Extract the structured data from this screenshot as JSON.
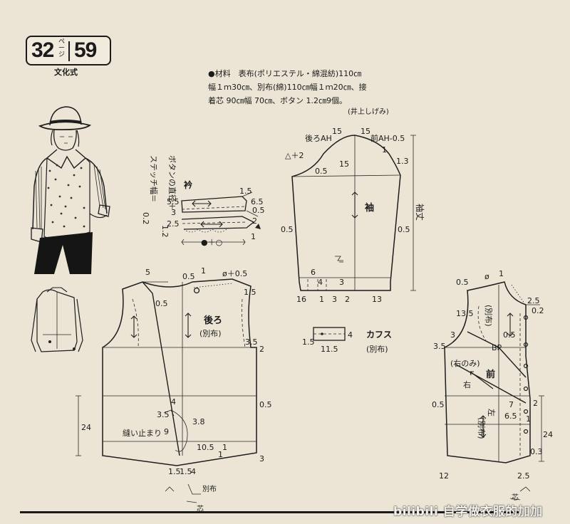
{
  "header": {
    "page_left": "32",
    "page_unit": "ページ",
    "page_right": "59",
    "style_label": "文化式"
  },
  "materials": {
    "line1": "●材料　表布(ポリエステル・綿混紡)110㎝",
    "line2": "幅１ｍ30㎝、別布(綿)110㎝幅１ｍ20㎝、接",
    "line3": "着芯 90㎝幅 70㎝、ボタン 1.2㎝9個。",
    "author": "(井上しげみ)"
  },
  "collar": {
    "title": "衿",
    "note_line1": "ボタンの直径＋",
    "note_line2": "ステッチ幅＝",
    "note_value1": "1.2",
    "note_value2": "0.2",
    "dims": [
      "1.5",
      "5.5",
      "6.5",
      "3",
      "0.5",
      "2.5",
      "2",
      "1"
    ],
    "bottom": "●＋○"
  },
  "sleeve": {
    "back_ah": "後ろAH",
    "front_ah": "前AH-0.5",
    "name": "袖",
    "length_label": "袖丈",
    "dims": [
      "15",
      "15",
      "△＋2",
      "1",
      "0.5",
      "1.3",
      "15",
      "0.5",
      "0.5",
      "6",
      "4",
      "3",
      "16",
      "1",
      "3",
      "2",
      "13"
    ]
  },
  "cuff": {
    "title": "カフス",
    "fabric": "(別布)",
    "dims": [
      "4",
      "1.5",
      "11.5"
    ]
  },
  "back": {
    "name": "後ろ",
    "fabric": "(別布)",
    "hem_label": "縫い止まり",
    "dims": [
      "5",
      "0.5",
      "1",
      "ø＋0.5",
      "1.5",
      "0.5",
      "3.5",
      "2",
      "0.5",
      "24",
      "4",
      "3.5",
      "3.8",
      "9",
      "10.5",
      "1",
      "1",
      "3",
      "1.5",
      "1.5",
      "4"
    ],
    "extra_fabric": "別布",
    "interfacing": "芯"
  },
  "front": {
    "name": "前",
    "right_only": "(右のみ)",
    "right": "右",
    "left": "左",
    "left_fabric": "(別布)",
    "another_fabric": "(別布)",
    "bp": "BP",
    "dims": [
      "0.5",
      "ø",
      "1",
      "2.5",
      "0.2",
      "13.5",
      "3",
      "0.5",
      "3.5",
      "0.5",
      "2",
      "7",
      "6.5",
      "1",
      "0.3",
      "12",
      "2.5",
      "24"
    ],
    "interfacing": "芯"
  },
  "watermark": "bilibili 自学做衣服的加加"
}
